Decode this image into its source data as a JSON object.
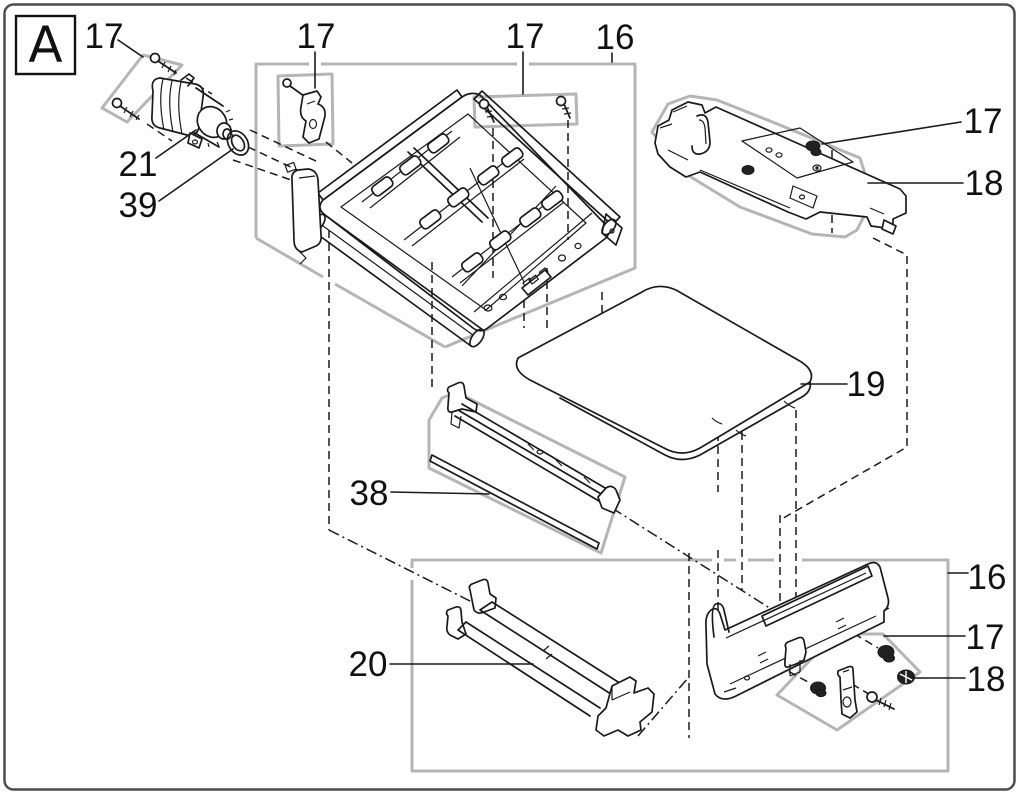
{
  "diagram": {
    "section_label": "A",
    "callouts": {
      "motor_screws": "17",
      "left_bracket": "17",
      "frame_screws": "17",
      "frame_group": "16",
      "rear_bracket_grommet": "17",
      "rear_bracket": "18",
      "motor": "21",
      "bushing": "39",
      "cover_panel": "19",
      "guide_rail": "38",
      "base_group": "16",
      "base_clip": "17",
      "base_nut": "18",
      "base_rail": "20"
    },
    "colors": {
      "line": "#1a1a1a",
      "construction_box": "#b5b5b5",
      "label_text": "#111111",
      "background": "#ffffff",
      "page_border": "#4d4d4d"
    }
  }
}
